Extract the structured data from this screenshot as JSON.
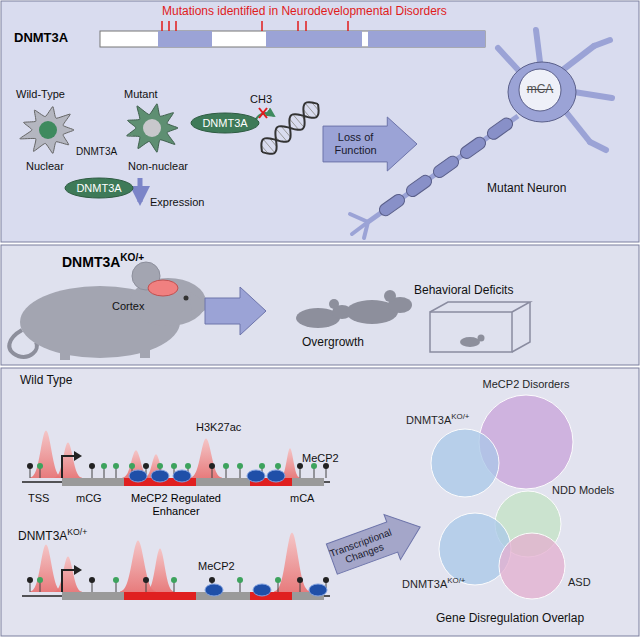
{
  "diagram": {
    "nodes": [
      {
        "text": [
          "DNMT3A"
        ]
      },
      {
        "text": [
          "DNMT3A"
        ]
      },
      {
        "text": [
          "Loss of Function"
        ]
      },
      {
        "text": [
          "mCA",
          "Mutant Neuron"
        ]
      },
      {
        "text": [
          "Transcriptional Changes"
        ]
      },
      {
        "text": [
          "MeCP2 Disorders"
        ]
      },
      {
        "text": [
          "DNMT3A",
          "KO/+"
        ]
      },
      {
        "text": [
          "NDD Models"
        ]
      },
      {
        "text": [
          "DNMT3A",
          "KO/+"
        ]
      },
      {
        "text": [
          "ASD"
        ]
      }
    ],
    "labels": [
      "Mutations identified in Neurodevelopmental Disorders",
      "DNMT3A",
      "Wild-Type",
      "Mutant",
      "Nuclear",
      "DNMT3A",
      "Non-nuclear",
      "CH3",
      "Expression",
      "DNMT3A",
      "KO/+",
      "Cortex",
      "Overgrowth",
      "Behavioral Deficits",
      "Wild Type",
      "H3K27ac",
      "MeCP2",
      "TSS",
      "mCG",
      "MeCP2 Regulated Enhancer",
      "mCA",
      "DNMT3A",
      "KO/+",
      "MeCP2",
      "Gene Disregulation Overlap"
    ]
  }
}
